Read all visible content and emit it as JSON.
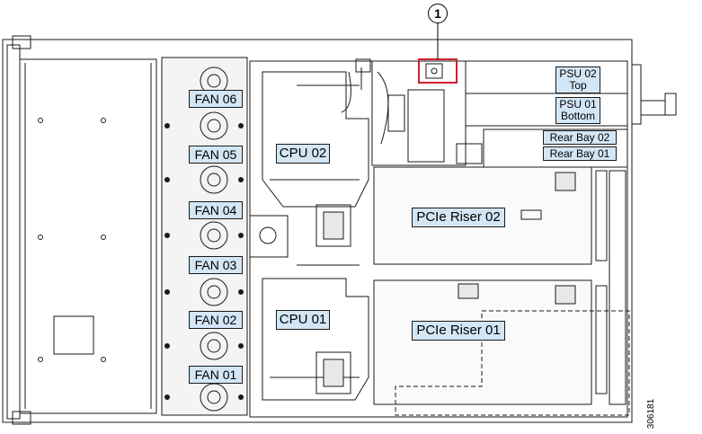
{
  "callout": {
    "number": "1"
  },
  "fans": [
    {
      "label": "FAN 06"
    },
    {
      "label": "FAN 05"
    },
    {
      "label": "FAN 04"
    },
    {
      "label": "FAN 03"
    },
    {
      "label": "FAN 02"
    },
    {
      "label": "FAN 01"
    }
  ],
  "cpus": [
    {
      "label": "CPU 02"
    },
    {
      "label": "CPU 01"
    }
  ],
  "risers": [
    {
      "label": "PCIe Riser 02"
    },
    {
      "label": "PCIe Riser 01"
    }
  ],
  "psus": [
    {
      "line1": "PSU 02",
      "line2": "Top"
    },
    {
      "line1": "PSU 01",
      "line2": "Bottom"
    }
  ],
  "rear_bays": [
    {
      "label": "Rear Bay 02"
    },
    {
      "label": "Rear Bay 01"
    }
  ],
  "figure_number": "306181",
  "colors": {
    "label_fill": "#d3e6f5",
    "callout_highlight": "#d0202e",
    "line": "#1a1a1a"
  }
}
